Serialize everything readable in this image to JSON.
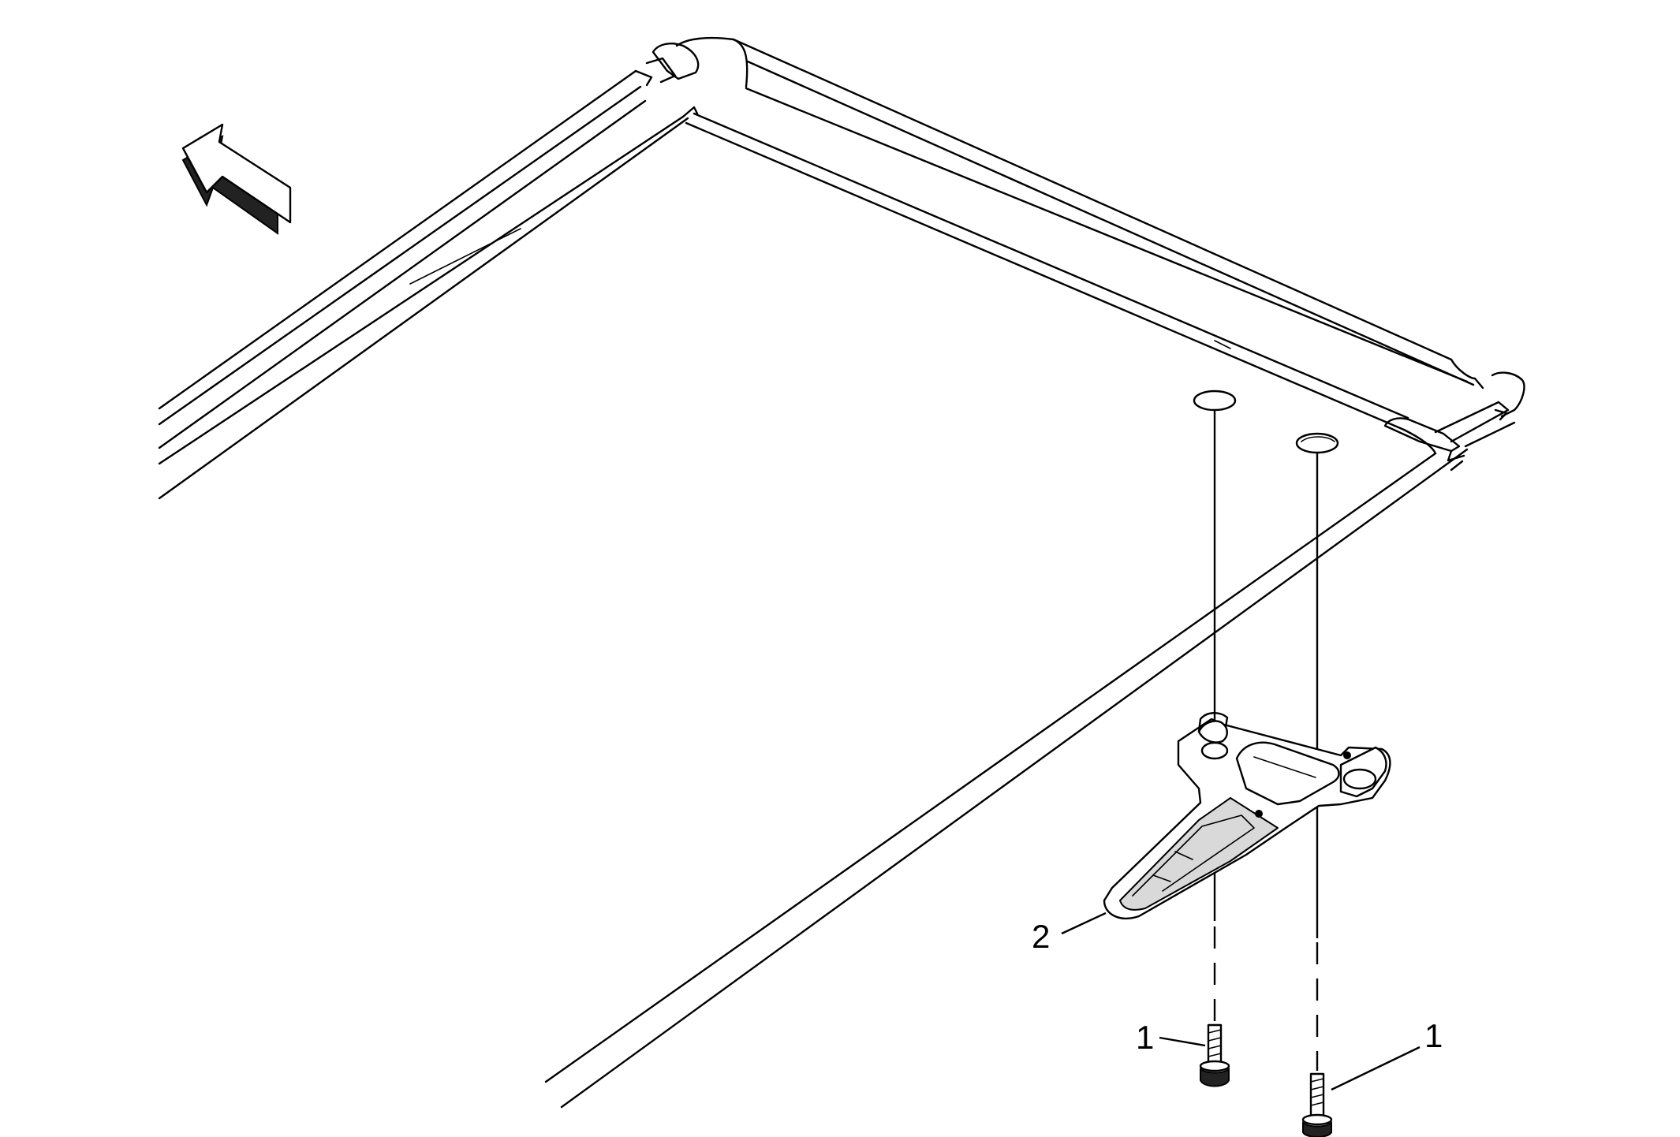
{
  "callouts": {
    "bolt_left": "1",
    "bolt_right": "1",
    "handle": "2"
  },
  "icons": {
    "direction_arrow": "forward-direction-arrow-icon"
  },
  "colors": {
    "line": "#000000",
    "background": "#ffffff",
    "shade": "#d9d9d9"
  }
}
